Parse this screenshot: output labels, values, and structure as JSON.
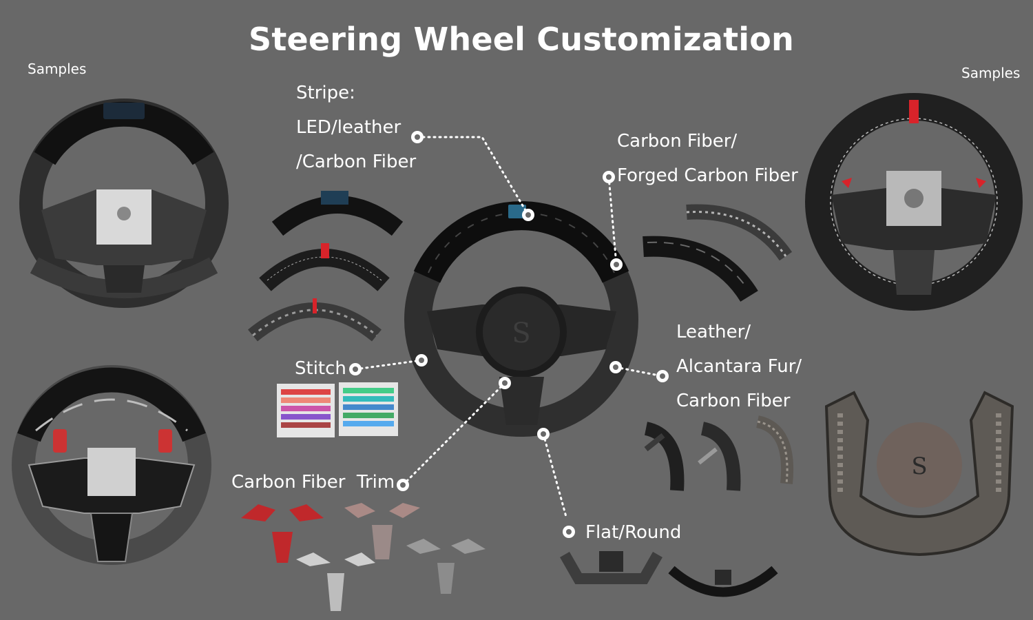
{
  "title": "Steering Wheel Customization",
  "samples_left": "Samples",
  "samples_right": "Samples",
  "labels": {
    "stripe": [
      "Stripe:",
      "LED/leather",
      "/Carbon Fiber"
    ],
    "carbon": [
      "Carbon Fiber/",
      "Forged Carbon Fiber"
    ],
    "stitch": "Stitch",
    "leather": [
      "Leather/",
      "Alcantara Fur/",
      "Carbon Fiber"
    ],
    "trim": "Carbon Fiber  Trim",
    "flat": "Flat/Round"
  },
  "colors": {
    "background": "#686868",
    "text": "#ffffff",
    "stripe_red": "#d8232a",
    "carbon_dark": "#2b2b2b",
    "forged": "#1c1c1c",
    "trim_red": "#c0282b"
  }
}
